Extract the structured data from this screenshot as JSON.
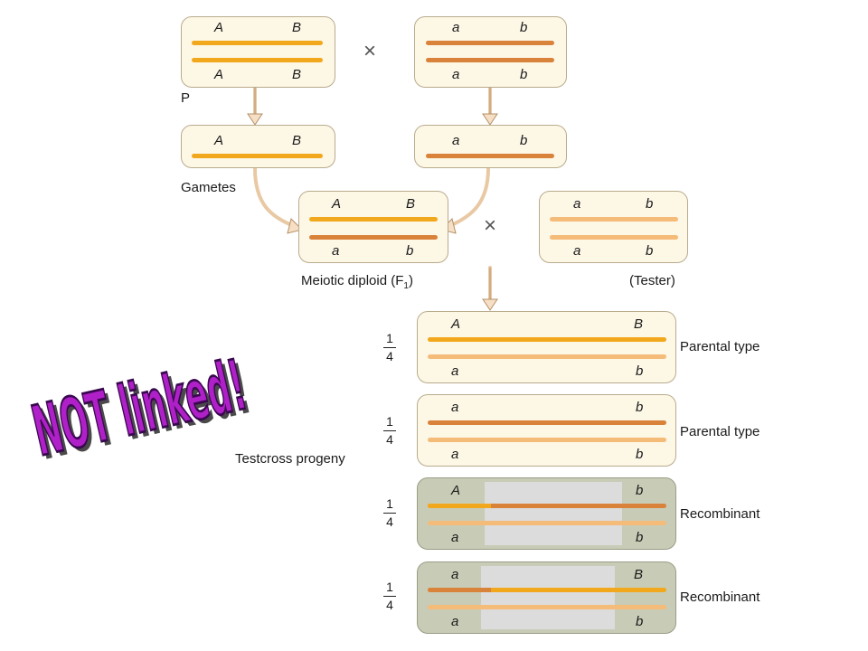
{
  "alleles": {
    "A": "A",
    "B": "B",
    "a": "a",
    "b": "b"
  },
  "labels": {
    "p": "P",
    "gametes": "Gametes",
    "f1": "Meiotic diploid (F",
    "f1_sub": "1",
    "f1_close": ")",
    "tester": "(Tester)",
    "testcross": "Testcross progeny",
    "cross_symbol": "×"
  },
  "fraction": {
    "numerator": "1",
    "denominator": "4"
  },
  "progeny": [
    {
      "type": "Parental type"
    },
    {
      "type": "Parental type"
    },
    {
      "type": "Recombinant"
    },
    {
      "type": "Recombinant"
    }
  ],
  "stamp": {
    "text": "NOT linked!"
  },
  "colors": {
    "dark_orange": "#f2a81c",
    "brown_orange": "#d9823a",
    "light_orange": "#f5bb78",
    "recombinant_bg": "#c8ccb6",
    "stamp_purple": "#b020c8"
  }
}
